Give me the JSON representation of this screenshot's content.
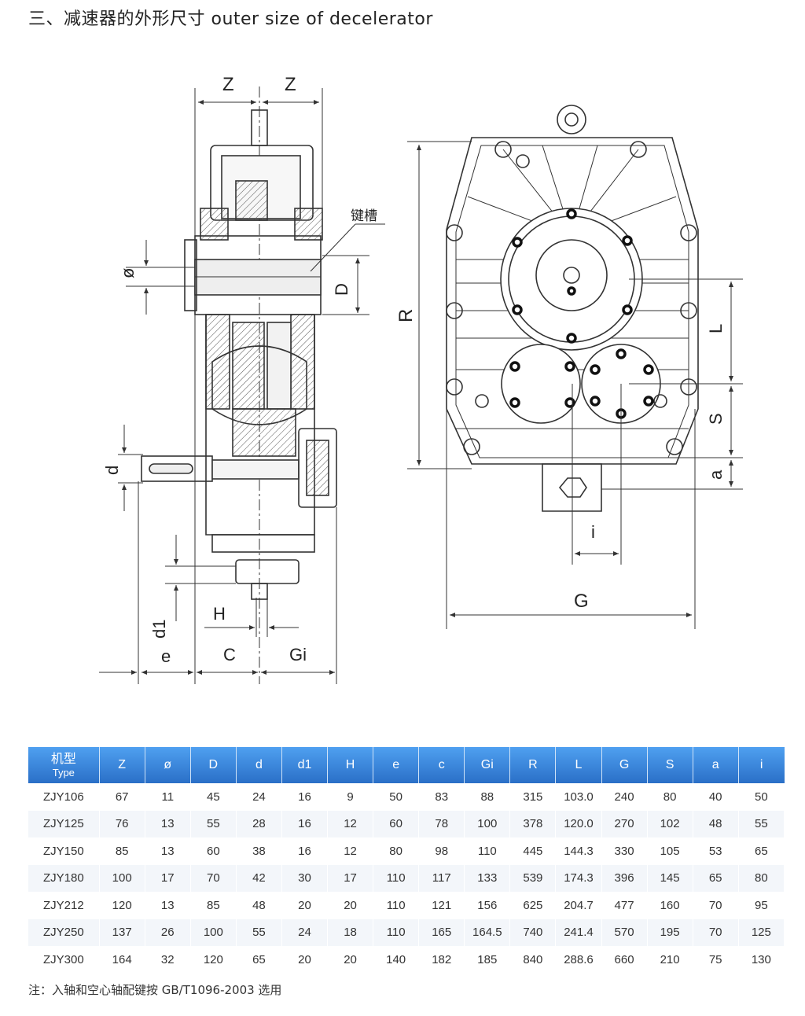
{
  "title": "三、减速器的外形尺寸 outer size of decelerator",
  "drawing_labels": {
    "z_left": "Z",
    "z_right": "Z",
    "keyway": "键槽",
    "phi": "ø",
    "D": "D",
    "d": "d",
    "d1": "d1",
    "H": "H",
    "e": "e",
    "C": "C",
    "Gi": "Gi",
    "R": "R",
    "L": "L",
    "S": "S",
    "a": "a",
    "i": "i",
    "G": "G"
  },
  "table": {
    "header_type_cn": "机型",
    "header_type_en": "Type",
    "columns": [
      "Z",
      "ø",
      "D",
      "d",
      "d1",
      "H",
      "e",
      "c",
      "Gi",
      "R",
      "L",
      "G",
      "S",
      "a",
      "i"
    ],
    "rows": [
      [
        "ZJY106",
        "67",
        "11",
        "45",
        "24",
        "16",
        "9",
        "50",
        "83",
        "88",
        "315",
        "103.0",
        "240",
        "80",
        "40",
        "50"
      ],
      [
        "ZJY125",
        "76",
        "13",
        "55",
        "28",
        "16",
        "12",
        "60",
        "78",
        "100",
        "378",
        "120.0",
        "270",
        "102",
        "48",
        "55"
      ],
      [
        "ZJY150",
        "85",
        "13",
        "60",
        "38",
        "16",
        "12",
        "80",
        "98",
        "110",
        "445",
        "144.3",
        "330",
        "105",
        "53",
        "65"
      ],
      [
        "ZJY180",
        "100",
        "17",
        "70",
        "42",
        "30",
        "17",
        "110",
        "117",
        "133",
        "539",
        "174.3",
        "396",
        "145",
        "65",
        "80"
      ],
      [
        "ZJY212",
        "120",
        "13",
        "85",
        "48",
        "20",
        "20",
        "110",
        "121",
        "156",
        "625",
        "204.7",
        "477",
        "160",
        "70",
        "95"
      ],
      [
        "ZJY250",
        "137",
        "26",
        "100",
        "55",
        "24",
        "18",
        "110",
        "165",
        "164.5",
        "740",
        "241.4",
        "570",
        "195",
        "70",
        "125"
      ],
      [
        "ZJY300",
        "164",
        "32",
        "120",
        "65",
        "20",
        "20",
        "140",
        "182",
        "185",
        "840",
        "288.6",
        "660",
        "210",
        "75",
        "130"
      ]
    ]
  },
  "note": "注：入轴和空心轴配键按 GB/T1096-2003 选用"
}
